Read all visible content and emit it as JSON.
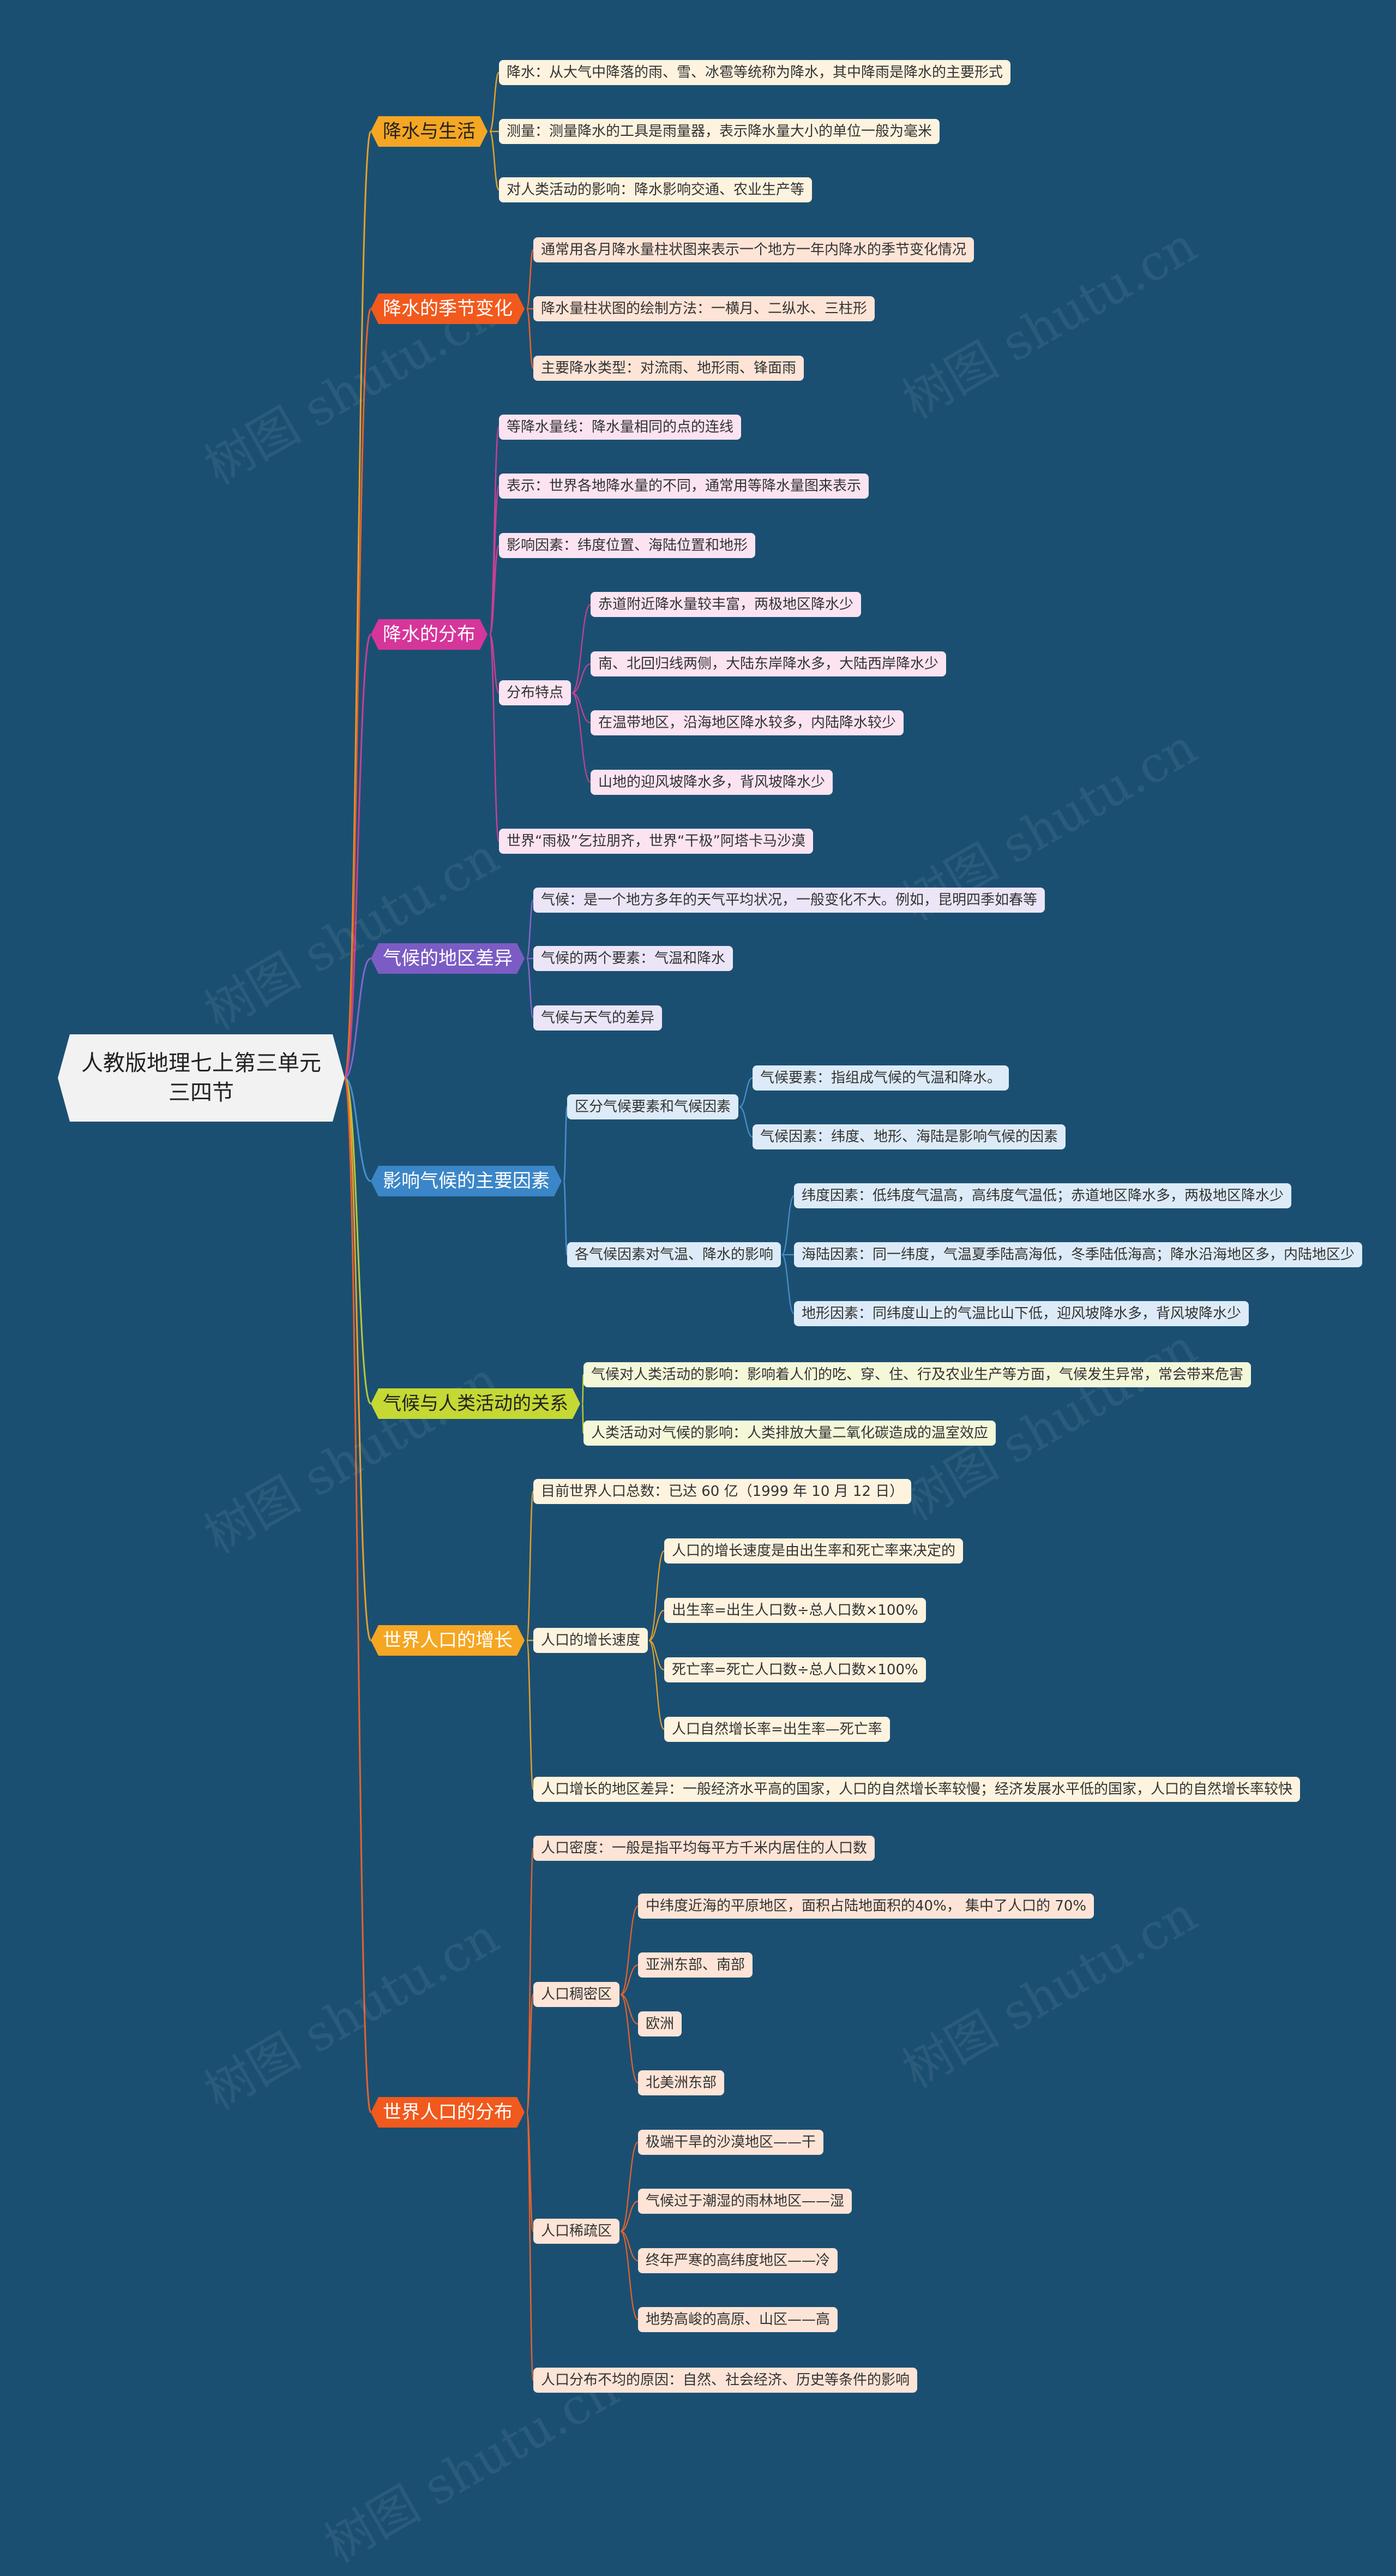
{
  "watermark": "树图 shutu.cn",
  "root": {
    "label": "人教版地理七上第三单元三四节"
  },
  "branches": [
    {
      "label": "降水与生活",
      "color": "#f5a623",
      "node_bg": "#fdf3de",
      "line": "#e6a02a",
      "dark_text": true,
      "children": [
        {
          "label": "降水：从大气中降落的雨、雪、冰雹等统称为降水，其中降雨是降水的主要形式"
        },
        {
          "label": "测量：测量降水的工具是雨量器，表示降水量大小的单位一般为毫米"
        },
        {
          "label": "对人类活动的影响：降水影响交通、农业生产等"
        }
      ]
    },
    {
      "label": "降水的季节变化",
      "color": "#f2591d",
      "node_bg": "#fde4d6",
      "line": "#e8622c",
      "children": [
        {
          "label": "通常用各月降水量柱状图来表示一个地方一年内降水的季节变化情况"
        },
        {
          "label": "降水量柱状图的绘制方法：一横月、二纵水、三柱形"
        },
        {
          "label": "主要降水类型：对流雨、地形雨、锋面雨"
        }
      ]
    },
    {
      "label": "降水的分布",
      "color": "#d6359a",
      "node_bg": "#fbe3f1",
      "line": "#c93f93",
      "children": [
        {
          "label": "等降水量线：降水量相同的点的连线"
        },
        {
          "label": "表示：世界各地降水量的不同，通常用等降水量图来表示"
        },
        {
          "label": "影响因素：纬度位置、海陆位置和地形"
        },
        {
          "label": "分布特点",
          "children": [
            {
              "label": "赤道附近降水量较丰富，两极地区降水少"
            },
            {
              "label": "南、北回归线两侧，大陆东岸降水多，大陆西岸降水少"
            },
            {
              "label": "在温带地区，沿海地区降水较多，内陆降水较少"
            },
            {
              "label": "山地的迎风坡降水多，背风坡降水少"
            }
          ]
        },
        {
          "label": "世界“雨极”乞拉朋齐，世界“干极”阿塔卡马沙漠"
        }
      ]
    },
    {
      "label": "气候的地区差异",
      "color": "#7b5cc4",
      "node_bg": "#ebe5f7",
      "line": "#8466c9",
      "children": [
        {
          "label": "气候：是一个地方多年的天气平均状况，一般变化不大。例如，昆明四季如春等"
        },
        {
          "label": "气候的两个要素：气温和降水"
        },
        {
          "label": "气候与天气的差异"
        }
      ]
    },
    {
      "label": "影响气候的主要因素",
      "color": "#3b86c8",
      "node_bg": "#dcebf7",
      "line": "#4a90cc",
      "children": [
        {
          "label": "区分气候要素和气候因素",
          "children": [
            {
              "label": "气候要素：指组成气候的气温和降水。"
            },
            {
              "label": "气候因素：纬度、地形、海陆是影响气候的因素"
            }
          ]
        },
        {
          "label": "各气候因素对气温、降水的影响",
          "children": [
            {
              "label": "纬度因素：低纬度气温高，高纬度气温低；赤道地区降水多，两极地区降水少"
            },
            {
              "label": "海陆因素：同一纬度，气温夏季陆高海低，冬季陆低海高；降水沿海地区多，内陆地区少"
            },
            {
              "label": "地形因素：同纬度山上的气温比山下低，迎风坡降水多，背风坡降水少"
            }
          ]
        }
      ]
    },
    {
      "label": "气候与人类活动的关系",
      "color": "#c5d833",
      "node_bg": "#f4f8d9",
      "line": "#b7c93a",
      "dark_text": true,
      "children": [
        {
          "label": "气候对人类活动的影响：影响着人们的吃、穿、住、行及农业生产等方面，气候发生异常，常会带来危害"
        },
        {
          "label": "人类活动对气候的影响：人类排放大量二氧化碳造成的温室效应"
        }
      ]
    },
    {
      "label": "世界人口的增长",
      "color": "#f5a623",
      "node_bg": "#fdf3de",
      "line": "#e6a02a",
      "children": [
        {
          "label": "目前世界人口总数：已达 60 亿（1999 年 10 月 12 日）"
        },
        {
          "label": "人口的增长速度",
          "children": [
            {
              "label": "人口的增长速度是由出生率和死亡率来决定的"
            },
            {
              "label": "出生率=出生人口数÷总人口数×100%"
            },
            {
              "label": "死亡率=死亡人口数÷总人口数×100%"
            },
            {
              "label": "人口自然增长率=出生率—死亡率"
            }
          ]
        },
        {
          "label": "人口增长的地区差异：一般经济水平高的国家，人口的自然增长率较慢；经济发展水平低的国家，人口的自然增长率较快"
        }
      ]
    },
    {
      "label": "世界人口的分布",
      "color": "#f2591d",
      "node_bg": "#fde4d6",
      "line": "#e8622c",
      "children": [
        {
          "label": "人口密度：一般是指平均每平方千米内居住的人口数"
        },
        {
          "label": "人口稠密区",
          "children": [
            {
              "label": "中纬度近海的平原地区，面积占陆地面积的40%， 集中了人口的 70%"
            },
            {
              "label": "亚洲东部、南部"
            },
            {
              "label": "欧洲"
            },
            {
              "label": "北美洲东部"
            }
          ]
        },
        {
          "label": "人口稀疏区",
          "children": [
            {
              "label": "极端干旱的沙漠地区——干"
            },
            {
              "label": "气候过于潮湿的雨林地区——湿"
            },
            {
              "label": "终年严寒的高纬度地区——冷"
            },
            {
              "label": "地势高峻的高原、山区——高"
            }
          ]
        },
        {
          "label": "人口分布不均的原因：自然、社会经济、历史等条件的影响"
        }
      ]
    }
  ]
}
